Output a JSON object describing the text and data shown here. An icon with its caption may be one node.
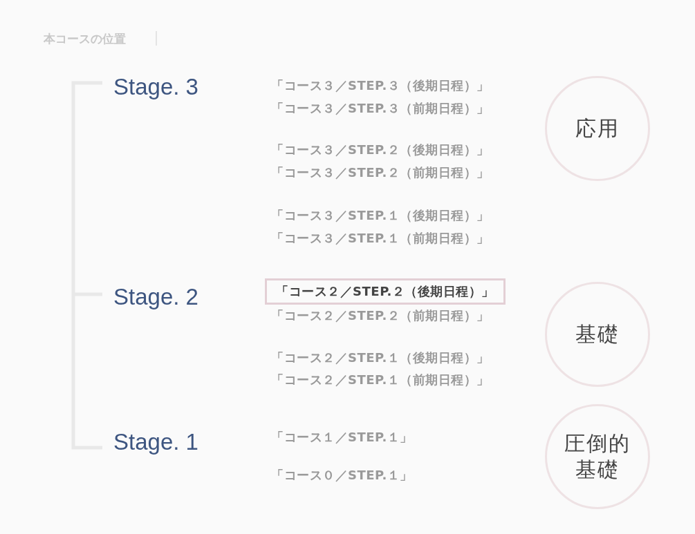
{
  "diagram": {
    "title": "本コースの位置",
    "nodes": [
      {
        "text": [
          "応用"
        ]
      },
      {
        "text": [
          "「コース２／STEP.２（後期日程）」"
        ]
      },
      {
        "text": [
          "基礎"
        ]
      },
      {
        "text": [
          "圧倒的基礎"
        ]
      }
    ],
    "labels": [
      "Stage. 3",
      "「コース３／STEP.３（後期日程）」",
      "「コース３／STEP.３（前期日程）」",
      "「コース３／STEP.２（後期日程）」",
      "「コース３／STEP.２（前期日程）」",
      "「コース３／STEP.１（後期日程）」",
      "「コース３／STEP.１（前期日程）」",
      "Stage. 2",
      "「コース２／STEP.２（前期日程）」",
      "「コース２／STEP.１（後期日程）」",
      "「コース２／STEP.１（前期日程）」",
      "Stage. 1",
      "「コース１／STEP.１」",
      "「コース０／STEP.１」"
    ]
  }
}
